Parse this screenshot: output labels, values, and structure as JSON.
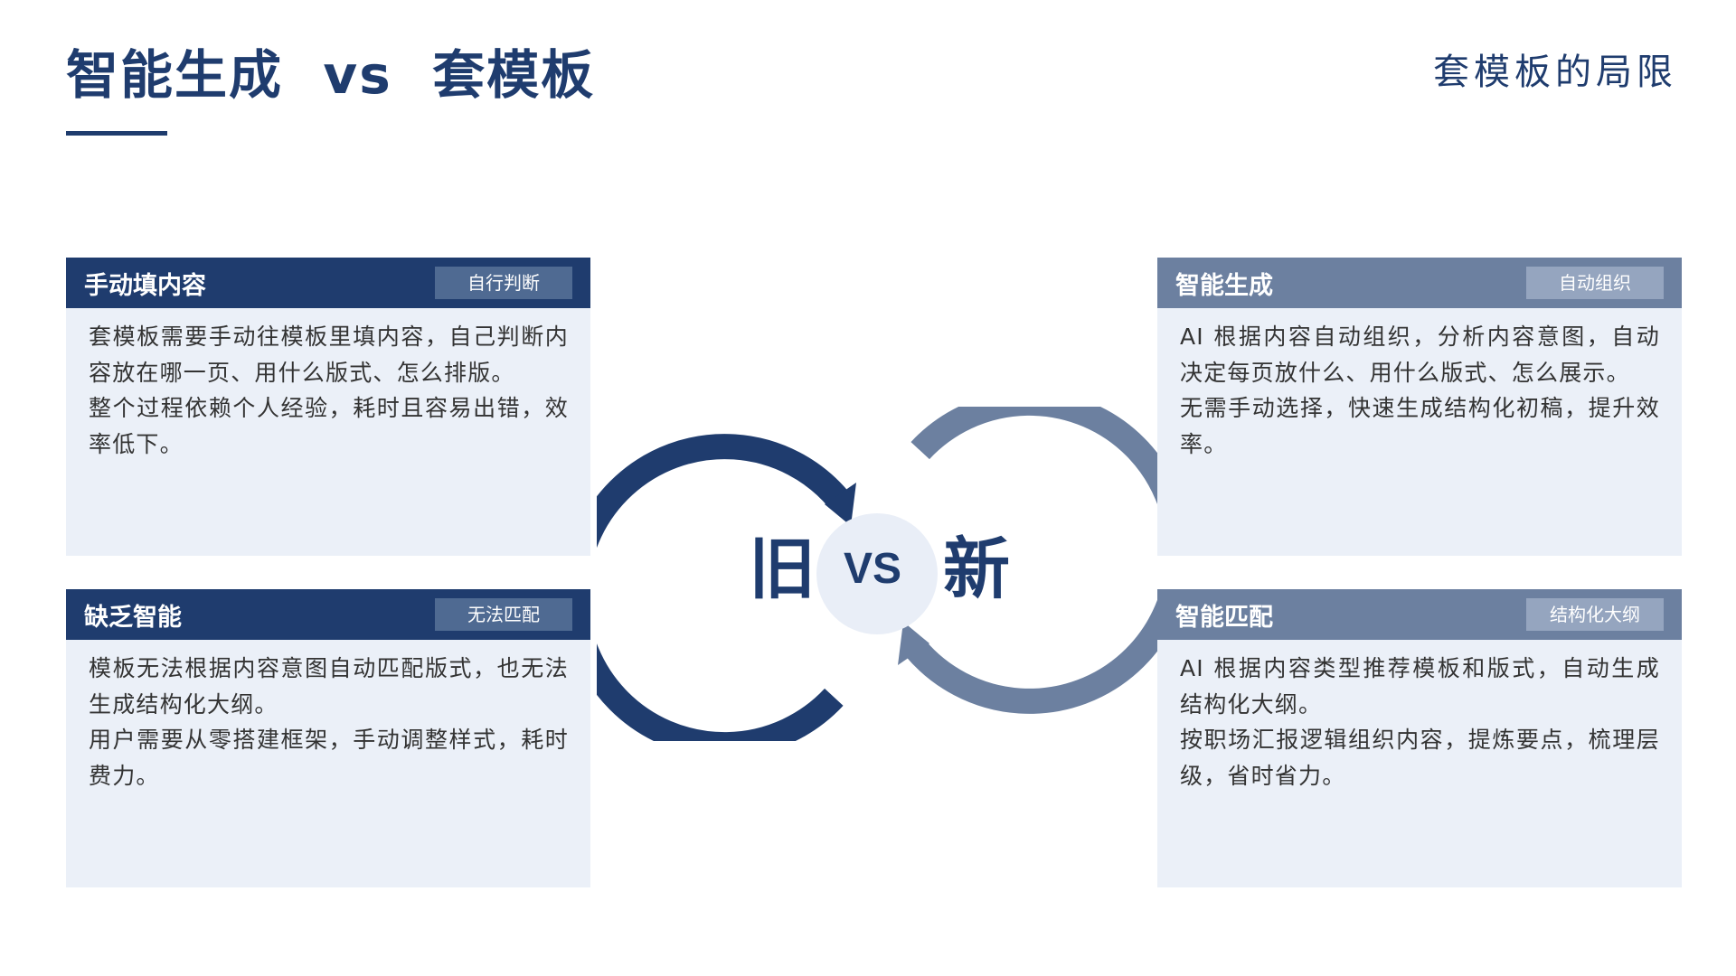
{
  "header": {
    "title": "智能生成  vs  套模板",
    "subtitle": "套模板的局限"
  },
  "cards": {
    "top_left": {
      "title": "手动填内容",
      "tag": "自行判断",
      "lines": [
        "套模板需要手动往模板里填内容，自己判断内容放在哪一页、用什么版式、怎么排版。",
        "整个过程依赖个人经验，耗时且容易出错，效率低下。"
      ]
    },
    "bottom_left": {
      "title": "缺乏智能",
      "tag": "无法匹配",
      "lines": [
        "模板无法根据内容意图自动匹配版式，也无法生成结构化大纲。",
        "用户需要从零搭建框架，手动调整样式，耗时费力。"
      ]
    },
    "top_right": {
      "title": "智能生成",
      "tag": "自动组织",
      "lines": [
        "AI 根据内容自动组织，分析内容意图，自动决定每页放什么、用什么版式、怎么展示。",
        "无需手动选择，快速生成结构化初稿，提升效率。"
      ]
    },
    "bottom_right": {
      "title": "智能匹配",
      "tag": "结构化大纲",
      "lines": [
        "AI 根据内容类型推荐模板和版式，自动生成结构化大纲。",
        "按职场汇报逻辑组织内容，提炼要点，梳理层级，省时省力。"
      ]
    }
  },
  "center": {
    "old": "旧",
    "vs": "VS",
    "new": "新"
  },
  "colors": {
    "primary": "#1f3c6e",
    "secondary": "#6c80a0",
    "card_bg": "#ebf0f8",
    "vs_circle": "#e9eef7"
  }
}
